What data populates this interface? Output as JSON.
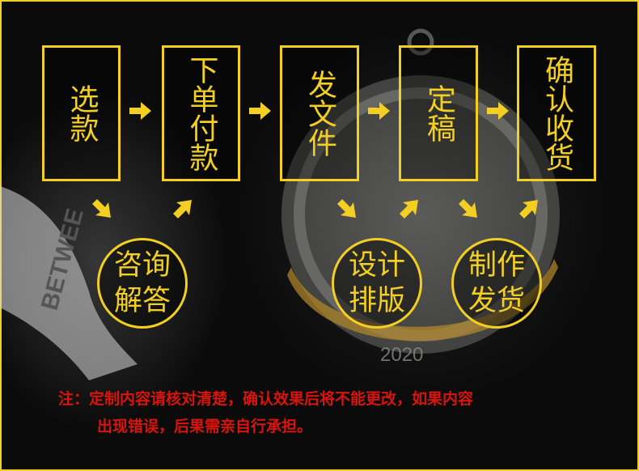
{
  "steps": [
    {
      "label": "选款"
    },
    {
      "label": "下单付款"
    },
    {
      "label": "发文件"
    },
    {
      "label": "定稿"
    },
    {
      "label": "确认收货"
    }
  ],
  "circles": [
    {
      "label": "咨询解答"
    },
    {
      "label": "设计排版"
    },
    {
      "label": "制作发货"
    }
  ],
  "note": {
    "line1": "注：定制内容请核对清楚，确认效果后将不能更改，如果内容",
    "line2": "出现错误，后果需亲自行承担。"
  },
  "background": {
    "ribbon_text": "BETWEE",
    "medal_year": "2020"
  },
  "colors": {
    "accent": "#f2cf22",
    "warning": "#d8140e",
    "background": "#0b0b0b"
  }
}
